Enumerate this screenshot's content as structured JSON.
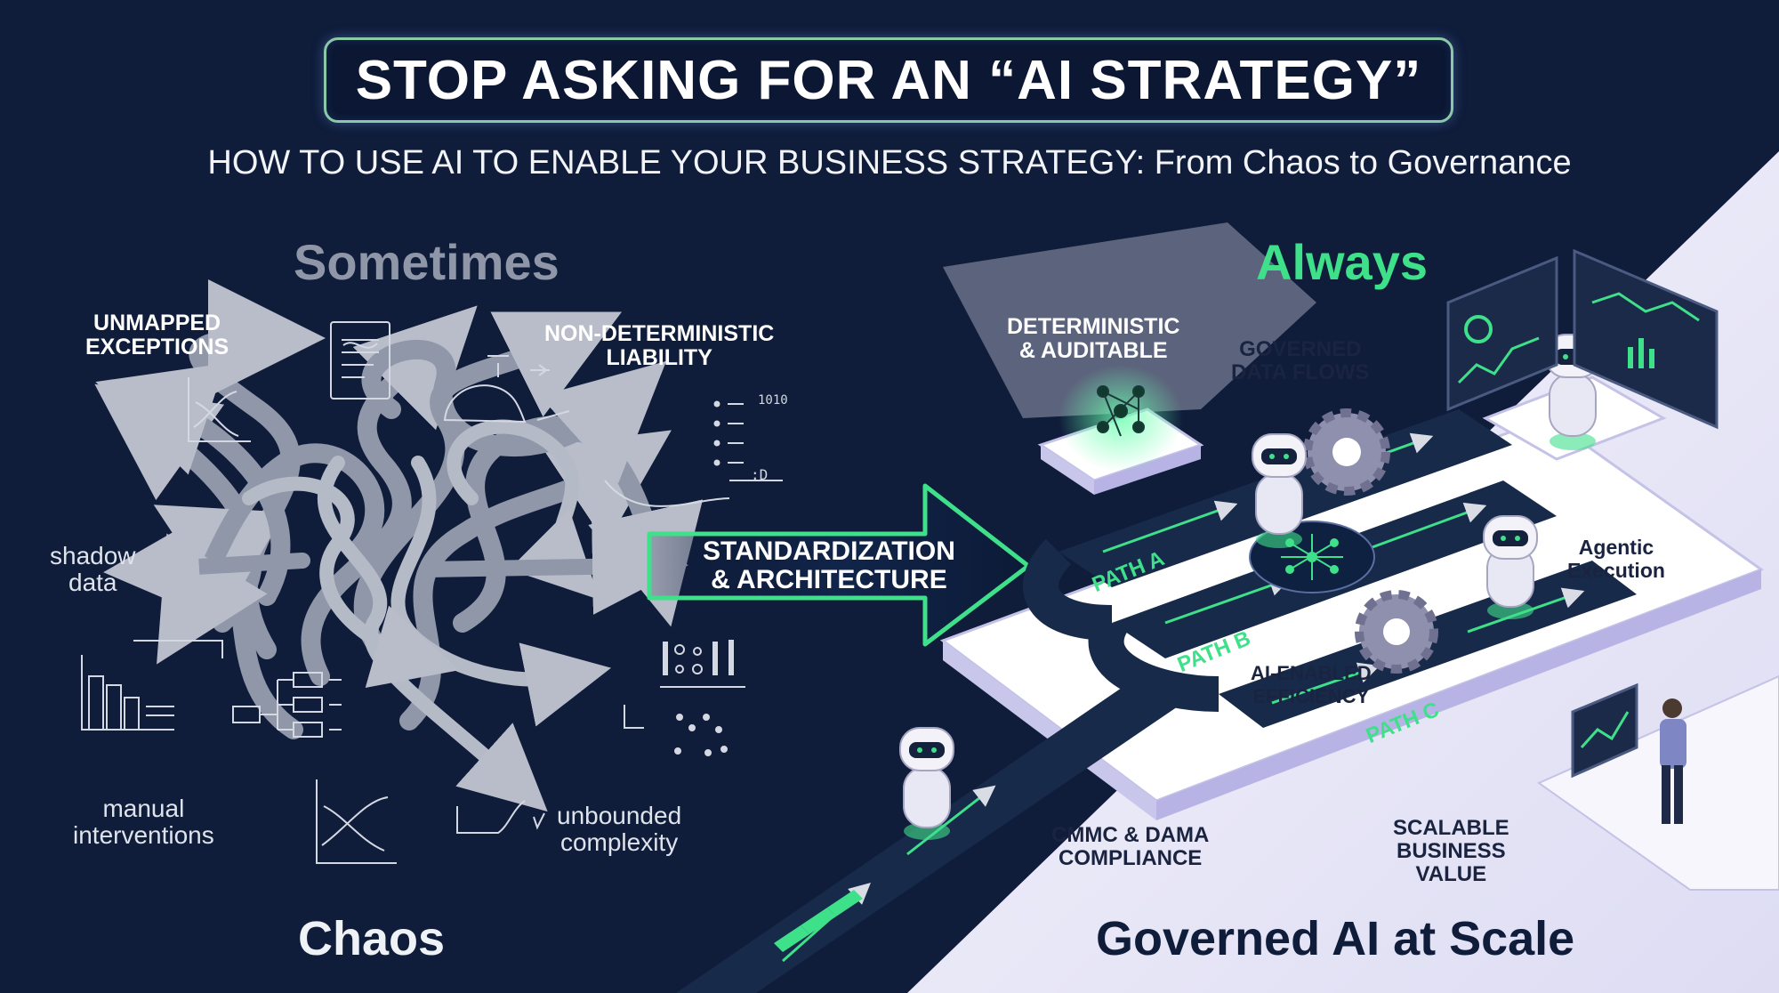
{
  "title": "STOP ASKING FOR AN “AI STRATEGY”",
  "subtitle": "HOW TO USE AI TO ENABLE YOUR BUSINESS STRATEGY: From Chaos to Governance",
  "left": {
    "heading": "Sometimes",
    "footer": "Chaos",
    "labels": {
      "unmapped": "UNMAPPED\nEXCEPTIONS",
      "nondeterministic": "NON-DETERMINISTIC\nLIABILITY",
      "shadow": "shadow\ndata",
      "manual": "manual\ninterventions",
      "unbounded": "unbounded\ncomplexity"
    },
    "doodle_text": {
      "binary_1": "1010",
      "smiley": ":D"
    }
  },
  "center": {
    "arrow_label": "STANDARDIZATION\n& ARCHITECTURE"
  },
  "right": {
    "heading": "Always",
    "footer": "Governed AI at Scale",
    "labels": {
      "deterministic": "DETERMINISTIC\n& AUDITABLE",
      "governed_flows": "GOVERNED\nDATA FLOWS",
      "agentic": "Agentic\nExecution",
      "ai_enabled": "AI-ENABLED\nEFFICIENCY",
      "cmmc": "CMMC & DAMA\nCOMPLIANCE",
      "scalable": "SCALABLE\nBUSINESS\nVALUE"
    },
    "paths": {
      "a": "PATH A",
      "b": "PATH B",
      "c": "PATH C"
    }
  },
  "colors": {
    "navy": "#0f1c3a",
    "green": "#3fe08a",
    "lavender": "#e9e8f8",
    "gray_heading": "#8e96a8"
  }
}
